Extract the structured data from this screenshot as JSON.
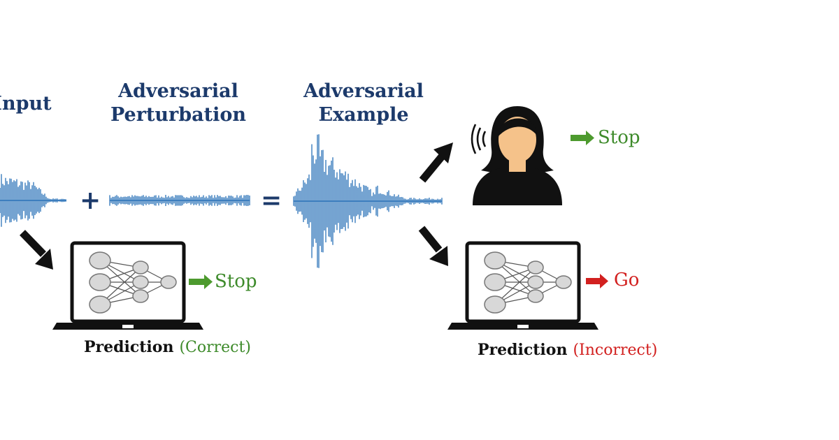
{
  "headings": {
    "input": "Input",
    "perturbation_line1": "Adversarial",
    "perturbation_line2": "Perturbation",
    "example_line1": "Adversarial",
    "example_line2": "Example"
  },
  "operators": {
    "plus": "+",
    "equals": "="
  },
  "human_prediction": "Stop",
  "model_before": {
    "prediction": "Stop",
    "caption": "Prediction",
    "status": "(Correct)"
  },
  "model_after": {
    "prediction": "Go",
    "caption": "Prediction",
    "status": "(Incorrect)"
  },
  "colors": {
    "heading": "#1c3a6b",
    "wave": "#2b72b8",
    "correct": "#3d8a2a",
    "incorrect": "#d2201f"
  },
  "icons": [
    "waveform",
    "laptop-neural-network",
    "person-listening",
    "arrow"
  ]
}
